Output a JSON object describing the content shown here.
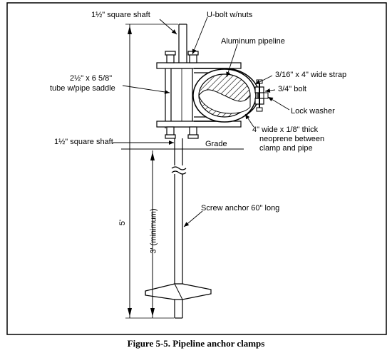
{
  "labels": {
    "square_shaft_top": "1½\" square shaft",
    "u_bolt": "U-bolt w/nuts",
    "aluminum_pipeline": "Aluminum pipeline",
    "tube_line1": "2½\" x 6 5/8\"",
    "tube_line2": "tube w/pipe saddle",
    "strap": "3/16\" x 4\" wide strap",
    "bolt": "3/4\" bolt",
    "lock_washer": "Lock washer",
    "neoprene_line1": "4\" wide x 1/8\" thick",
    "neoprene_line2": "neoprene between",
    "neoprene_line3": "clamp and pipe",
    "square_shaft_mid": "1½\" square shaft",
    "grade": "Grade",
    "screw_anchor": "Screw anchor 60\" long",
    "dim_5ft": "5'",
    "dim_3ft_min": "3' (minimum)"
  },
  "caption": "Figure 5-5.  Pipeline anchor clamps",
  "colors": {
    "ink": "#000000",
    "paper": "#ffffff",
    "hatch": "#000000"
  }
}
